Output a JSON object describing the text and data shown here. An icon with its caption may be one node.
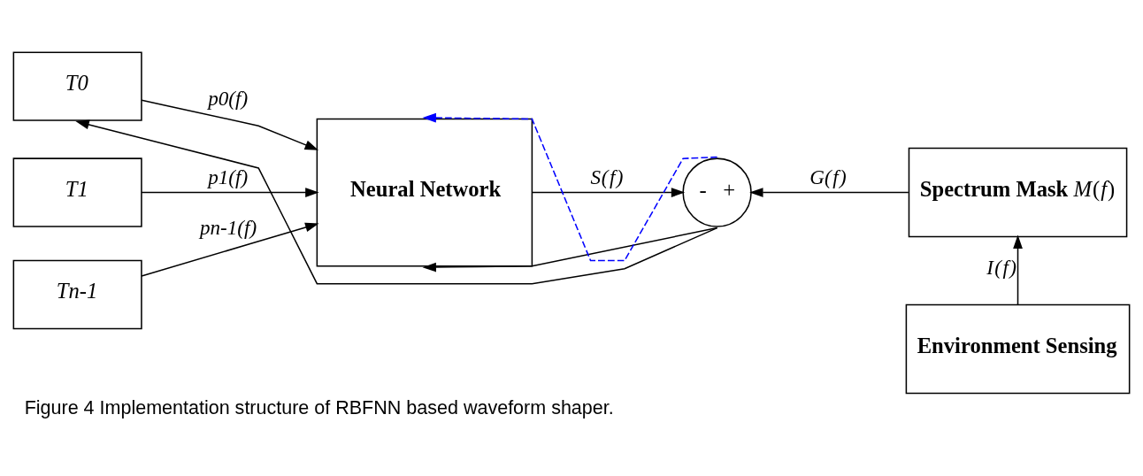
{
  "diagram": {
    "caption": "Figure 4 Implementation structure of RBFNN based waveform shaper.",
    "nodes": [
      {
        "text": [
          "T0"
        ]
      },
      {
        "text": [
          "T1"
        ]
      },
      {
        "text": [
          "Tn-1"
        ]
      },
      {
        "text": [
          "**Neural Network**"
        ]
      },
      {
        "text": [
          "-",
          "+"
        ]
      },
      {
        "text": [
          "**Spectrum Mask** *M*(*f*)"
        ]
      },
      {
        "text": [
          "**Environment Sensing**"
        ]
      }
    ],
    "edges": [
      {
        "from": 0,
        "to": 3,
        "arrow": "to",
        "label": "p0(f)"
      },
      {
        "from": 1,
        "to": 3,
        "arrow": "to",
        "label": "p1(f)"
      },
      {
        "from": 2,
        "to": 3,
        "arrow": "to",
        "label": "pn-1(f)"
      },
      {
        "from": 3,
        "to": 4,
        "arrow": "to",
        "label": "*S*(*f*)"
      },
      {
        "from": 5,
        "to": 4,
        "arrow": "to",
        "label": "*G*(*f*)"
      },
      {
        "from": 6,
        "to": 5,
        "arrow": "to",
        "label": "*I*(*f*)"
      },
      {
        "from": 4,
        "to": 0,
        "arrow": "to"
      },
      {
        "from": 4,
        "to": 3,
        "arrow": "to"
      },
      {
        "from": 4,
        "to": 3,
        "arrow": "to",
        "style": "dashed",
        "color": "#0000ff"
      }
    ]
  }
}
